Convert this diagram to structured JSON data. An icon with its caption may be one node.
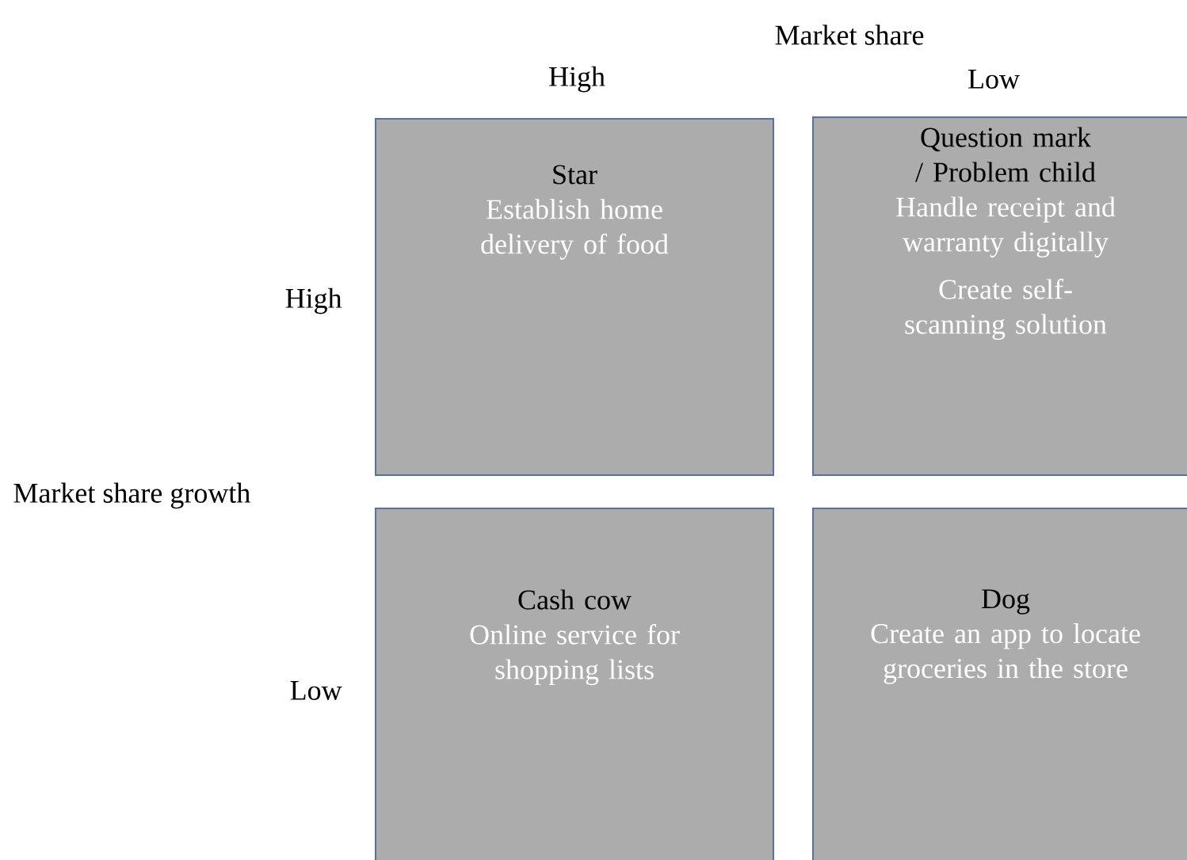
{
  "diagram": {
    "nodes": [
      {
        "text": [
          "Star",
          "Establish home delivery of food"
        ]
      },
      {
        "text": [
          "Question mark / Problem child",
          "Handle receipt and warranty digitally",
          "Create self-scanning solution"
        ]
      },
      {
        "text": [
          "Cash cow",
          "Online service for shopping lists"
        ]
      },
      {
        "text": [
          "Dog",
          "Create an app to locate groceries in the store"
        ]
      }
    ],
    "labels": [
      "Market share",
      "High",
      "Low",
      "High",
      "Market share growth",
      "Low"
    ]
  }
}
